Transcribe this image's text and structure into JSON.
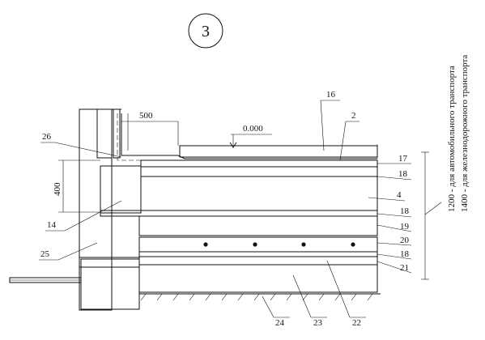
{
  "figure_number": "3",
  "dim_top_width": "500",
  "dim_height": "400",
  "level_mark": "0.000",
  "notes": [
    "1200 - для автомобильного транспорта",
    "1400 - для железнодорожного транспорта"
  ],
  "callouts": {
    "c16": "16",
    "c2": "2",
    "c26": "26",
    "c17": "17",
    "c18a": "18",
    "c4": "4",
    "c14": "14",
    "c18b": "18",
    "c19": "19",
    "c25": "25",
    "c20": "20",
    "c18c": "18",
    "c21": "21",
    "c24": "24",
    "c23": "23",
    "c22": "22"
  }
}
